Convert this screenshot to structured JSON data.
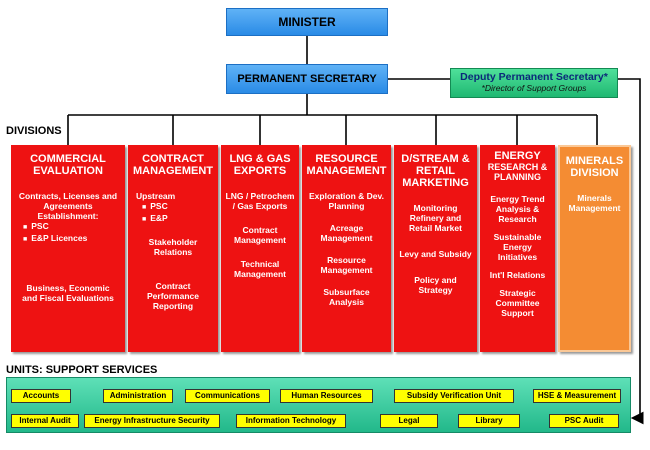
{
  "minister": "MINISTER",
  "permanent_secretary": "PERMANENT SECRETARY",
  "deputy": {
    "title": "Deputy Permanent Secretary*",
    "note": "*Director of Support Groups"
  },
  "divisions_label": "DIVISIONS",
  "divisions": [
    {
      "title": "COMMERCIAL EVALUATION",
      "items": [
        "Contracts, Licenses and Agreements Establishment:",
        "PSC",
        "E&P Licences",
        "Business, Economic and Fiscal Evaluations"
      ]
    },
    {
      "title": "CONTRACT MANAGEMENT",
      "items": [
        "Upstream",
        "PSC",
        "E&P",
        "Stakeholder Relations",
        "Contract Performance Reporting"
      ]
    },
    {
      "title": "LNG & GAS EXPORTS",
      "items": [
        "LNG / Petrochem / Gas Exports",
        "Contract Management",
        "Technical Management"
      ]
    },
    {
      "title": "RESOURCE MANAGEMENT",
      "items": [
        "Exploration & Dev. Planning",
        "Acreage Management",
        "Resource Management",
        "Subsurface Analysis"
      ]
    },
    {
      "title": "D/STREAM & RETAIL MARKETING",
      "items": [
        "Monitoring Refinery and Retail Market",
        "Levy and Subsidy",
        "Policy and Strategy"
      ]
    },
    {
      "title": "ENERGY",
      "subtitle": "RESEARCH & PLANNING",
      "items": [
        "Energy Trend Analysis & Research",
        "Sustainable Energy Initiatives",
        "Int'l Relations",
        "Strategic Committee Support"
      ]
    },
    {
      "title": "MINERALS DIVISION",
      "items": [
        "Minerals Management"
      ]
    }
  ],
  "units_label": "UNITS: SUPPORT SERVICES",
  "units_row1": [
    "Accounts",
    "Administration",
    "Communications",
    "Human Resources",
    "Subsidy Verification Unit",
    "HSE & Measurement"
  ],
  "units_row2": [
    "Internal Audit",
    "Energy Infrastructure Security",
    "Information Technology",
    "Legal",
    "Library",
    "PSC Audit"
  ],
  "colors": {
    "division_red": "#ee1212",
    "division_orange": "#f48c33",
    "header_blue": "#2a8be6",
    "deputy_green": "#1fb872",
    "units_green": "#22b88a",
    "unit_yellow": "#ffff00"
  }
}
